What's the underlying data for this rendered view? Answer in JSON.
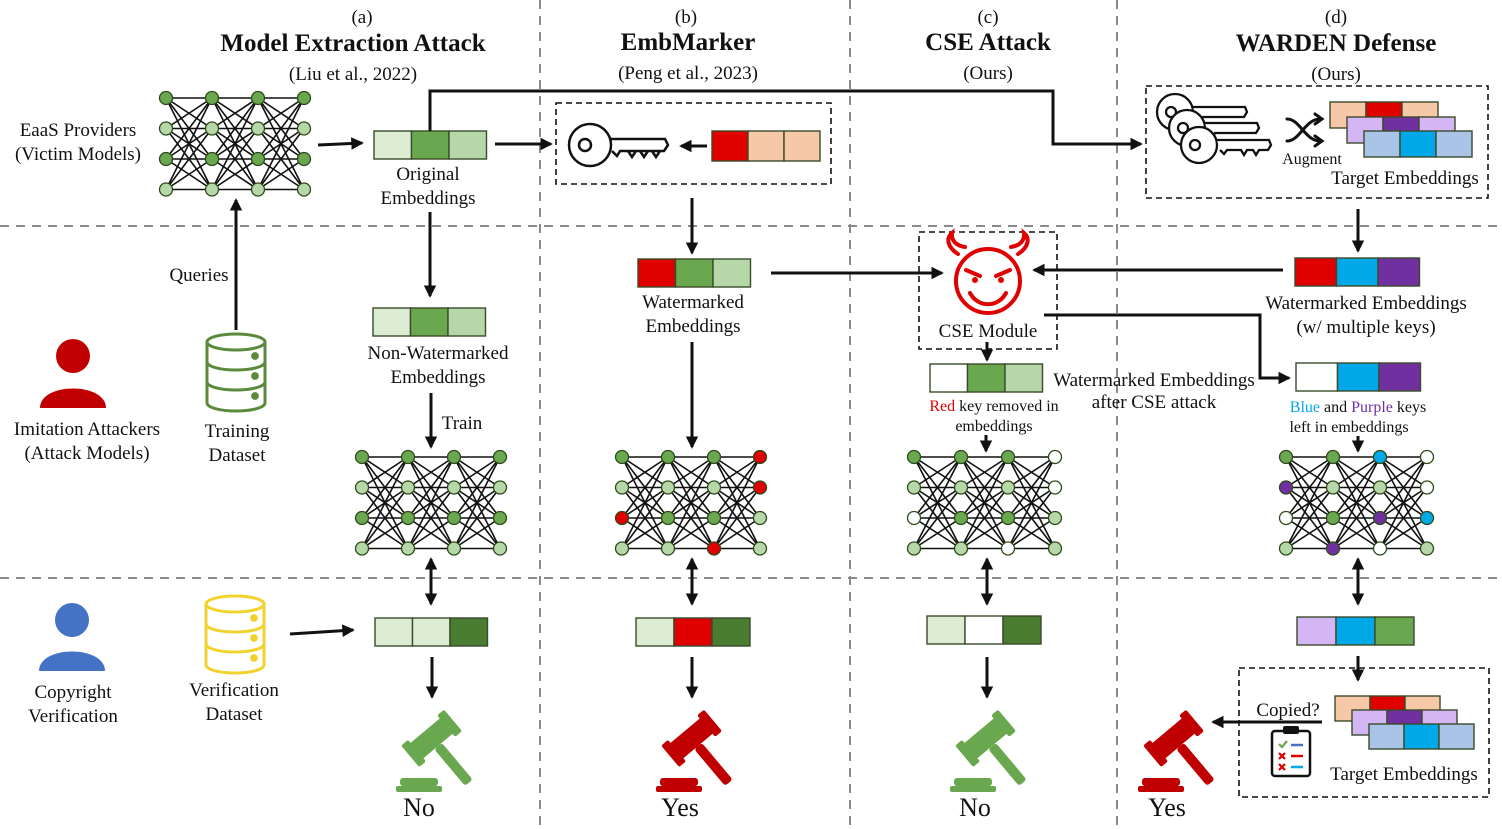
{
  "colors": {
    "dark_green": "#6aa84f",
    "light_green": "#b6d7a8",
    "pale_green": "#dcecd3",
    "deep_green": "#4a7c32",
    "red": "#e00000",
    "peach": "#f7c8a8",
    "blue": "#00a8e8",
    "purple": "#7030a0",
    "lavender": "#d5b6f5",
    "light_blue": "#a9c4e6",
    "white": "#ffffff",
    "db_green": "#5b8a3c",
    "db_yellow": "#f2d22e",
    "attacker_red": "#c00000",
    "verifier_blue": "#4472c4",
    "gavel_green": "#6aa84f",
    "gavel_red": "#c00000",
    "devil_red": "#e00000"
  },
  "columns": {
    "a": {
      "letter": "(a)",
      "title": "Model Extraction Attack",
      "cite": "(Liu et al., 2022)"
    },
    "b": {
      "letter": "(b)",
      "title": "EmbMarker",
      "cite": "(Peng et al., 2023)"
    },
    "c": {
      "letter": "(c)",
      "title": "CSE Attack",
      "cite": "(Ours)"
    },
    "d": {
      "letter": "(d)",
      "title": "WARDEN Defense",
      "cite": "(Ours)"
    }
  },
  "left_labels": {
    "eaas_line1": "EaaS Providers",
    "eaas_line2": "(Victim Models)",
    "queries": "Queries",
    "training_line1": "Training",
    "training_line2": "Dataset",
    "imitation_line1": "Imitation Attackers",
    "imitation_line2": "(Attack Models)",
    "copyright_line1": "Copyright",
    "copyright_line2": "Verification",
    "verification_line1": "Verification",
    "verification_line2": "Dataset"
  },
  "labels": {
    "original_line1": "Original",
    "original_line2": "Embeddings",
    "nonwm_line1": "Non-Watermarked",
    "nonwm_line2": "Embeddings",
    "train": "Train",
    "wm_b_line1": "Watermarked",
    "wm_b_line2": "Embeddings",
    "cse_module": "CSE Module",
    "wm_after_line1": "Watermarked Embeddings",
    "wm_after_line2": "after CSE attack",
    "red_key_word": "Red",
    "red_key_rest": " key removed in",
    "red_key_line2": "embeddings",
    "augment": "Augment",
    "target_embeddings_top": "Target Embeddings",
    "wm_d_line1": "Watermarked Embeddings",
    "wm_d_line2": "(w/ multiple keys)",
    "blue_word": "Blue",
    "and_word": " and ",
    "purple_word": "Purple",
    "keys_word": " keys",
    "keys_line2": "left in embeddings",
    "copied": "Copied?",
    "target_embeddings_bottom": "Target Embeddings"
  },
  "verdicts": {
    "a": "No",
    "b": "Yes",
    "c": "No",
    "d": "Yes"
  },
  "icons": [
    "neural-network-icon",
    "key-icon",
    "multi-key-icon",
    "shuffle-icon",
    "devil-icon",
    "database-icon",
    "person-icon",
    "gavel-icon",
    "clipboard-checklist-icon"
  ]
}
